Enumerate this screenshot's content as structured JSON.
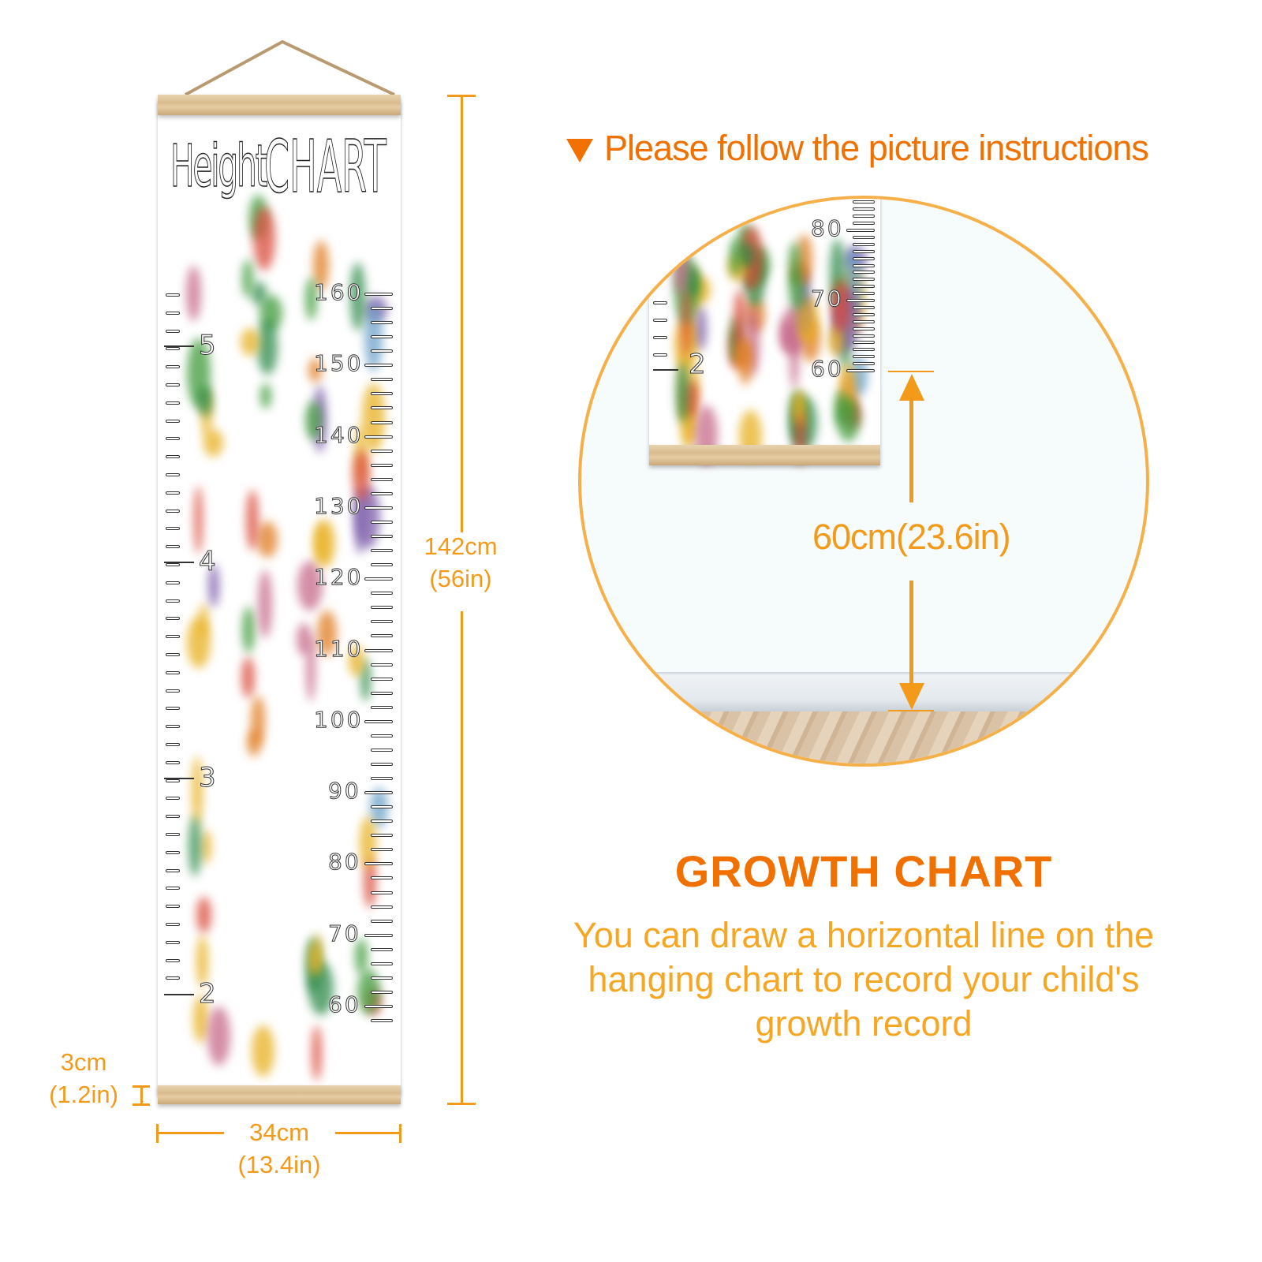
{
  "chart": {
    "title_word1": "Height",
    "title_word2": "CHART",
    "cm_labels": [
      160,
      150,
      140,
      130,
      120,
      110,
      100,
      90,
      80,
      70,
      60
    ],
    "feet_labels": [
      5,
      4,
      3,
      2
    ]
  },
  "dimensions": {
    "height_cm": "142cm",
    "height_in": "(56in)",
    "width_cm": "34cm",
    "width_in": "(13.4in)",
    "rod_cm": "3cm",
    "rod_in": "(1.2in)"
  },
  "instructions": {
    "heading": "Please follow the picture instructions",
    "hang_height": "60cm(23.6in)",
    "detail_cm_labels": [
      80,
      70,
      60
    ],
    "detail_feet_label": 2
  },
  "product": {
    "title": "GROWTH CHART",
    "description": "You can draw a horizontal line on the hanging chart to record your child's growth record"
  },
  "colors": {
    "accent": "#f39a1a",
    "accent_dark": "#f07000"
  }
}
